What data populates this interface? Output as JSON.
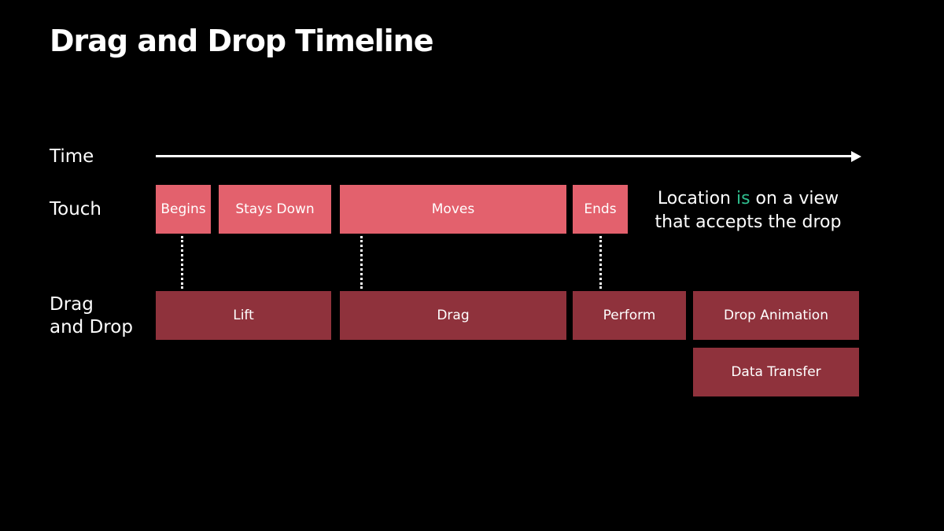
{
  "title": "Drag and Drop Timeline",
  "rows": {
    "time": "Time",
    "touch": "Touch",
    "dnd_line1": "Drag",
    "dnd_line2": "and Drop"
  },
  "touch_events": [
    "Begins",
    "Stays Down",
    "Moves",
    "Ends"
  ],
  "phases": [
    "Lift",
    "Drag",
    "Perform",
    "Drop Animation"
  ],
  "phases_row2": [
    "Data Transfer"
  ],
  "note": {
    "part1": "Location ",
    "highlight": "is",
    "part2": " on a view",
    "line2": "that accepts the drop"
  },
  "colors": {
    "background": "#000000",
    "touch_box": "#e3616d",
    "phase_box": "#8f323c",
    "highlight": "#2fbf8f"
  }
}
